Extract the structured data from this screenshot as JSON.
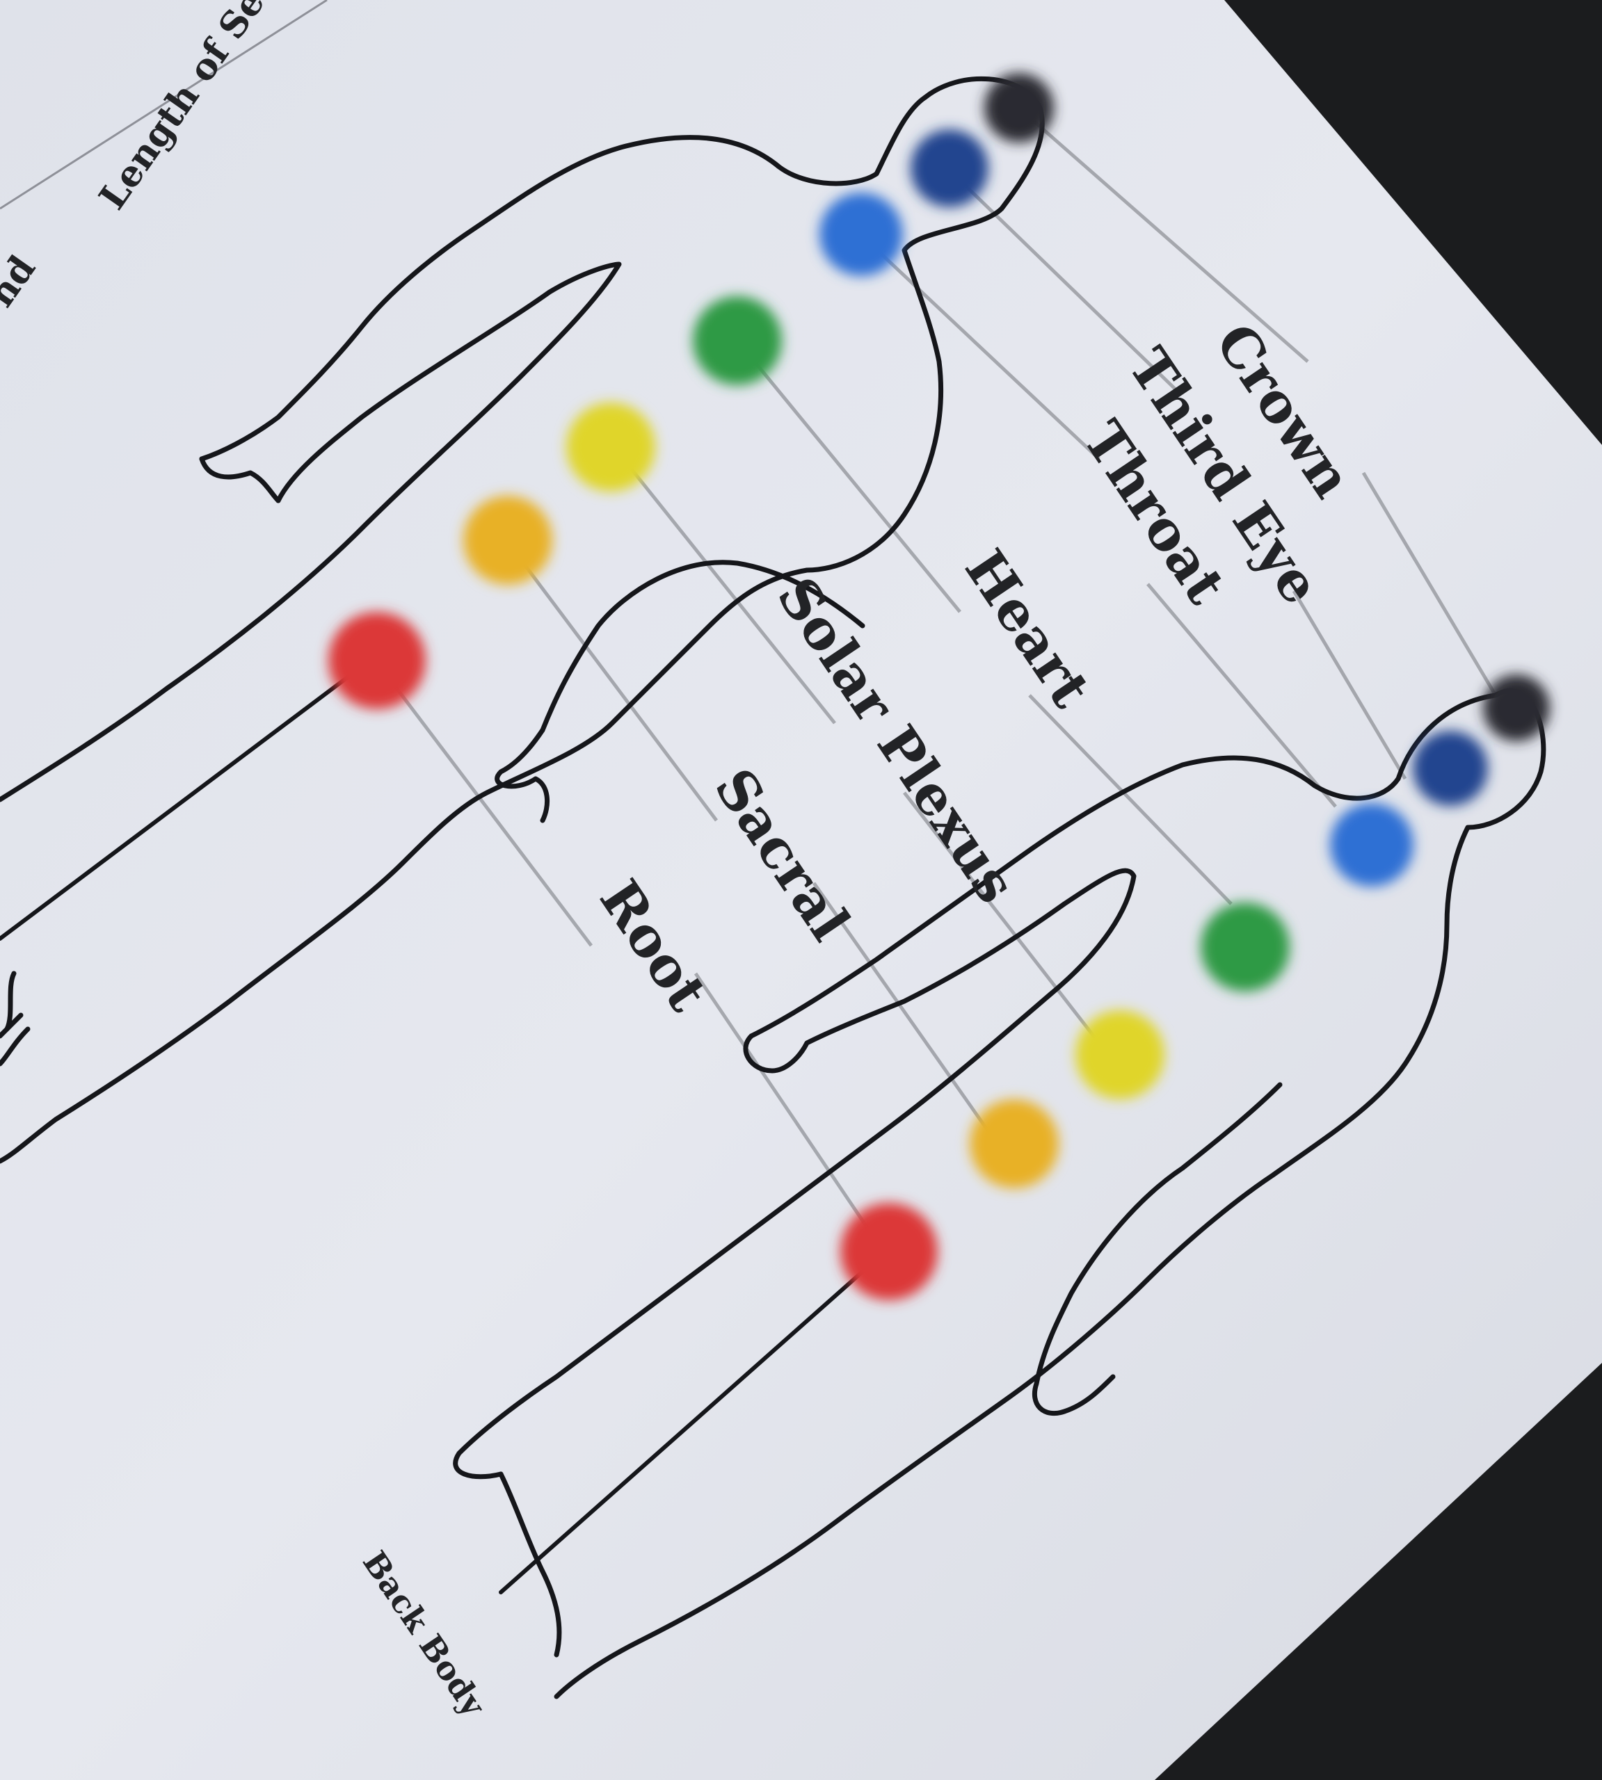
{
  "header": {
    "partial_field": "nd",
    "session_length_label": "Length of Session"
  },
  "chakras": [
    {
      "id": "crown",
      "label": "Crown",
      "color": "#2a2a30"
    },
    {
      "id": "third-eye",
      "label": "Third Eye",
      "color": "#23458f"
    },
    {
      "id": "throat",
      "label": "Throat",
      "color": "#2f6fd4"
    },
    {
      "id": "heart",
      "label": "Heart",
      "color": "#2f9a45"
    },
    {
      "id": "solar-plexus",
      "label": "Solar Plexus",
      "color": "#e0d52a"
    },
    {
      "id": "sacral",
      "label": "Sacral",
      "color": "#e8b125"
    },
    {
      "id": "root",
      "label": "Root",
      "color": "#dc3838"
    }
  ],
  "figure_caption": "Back Body",
  "colors": {
    "paper": "#e4e6ee",
    "background": "#1b1c1e",
    "outline": "#15161a",
    "leader_line": "#9a9ca2"
  }
}
